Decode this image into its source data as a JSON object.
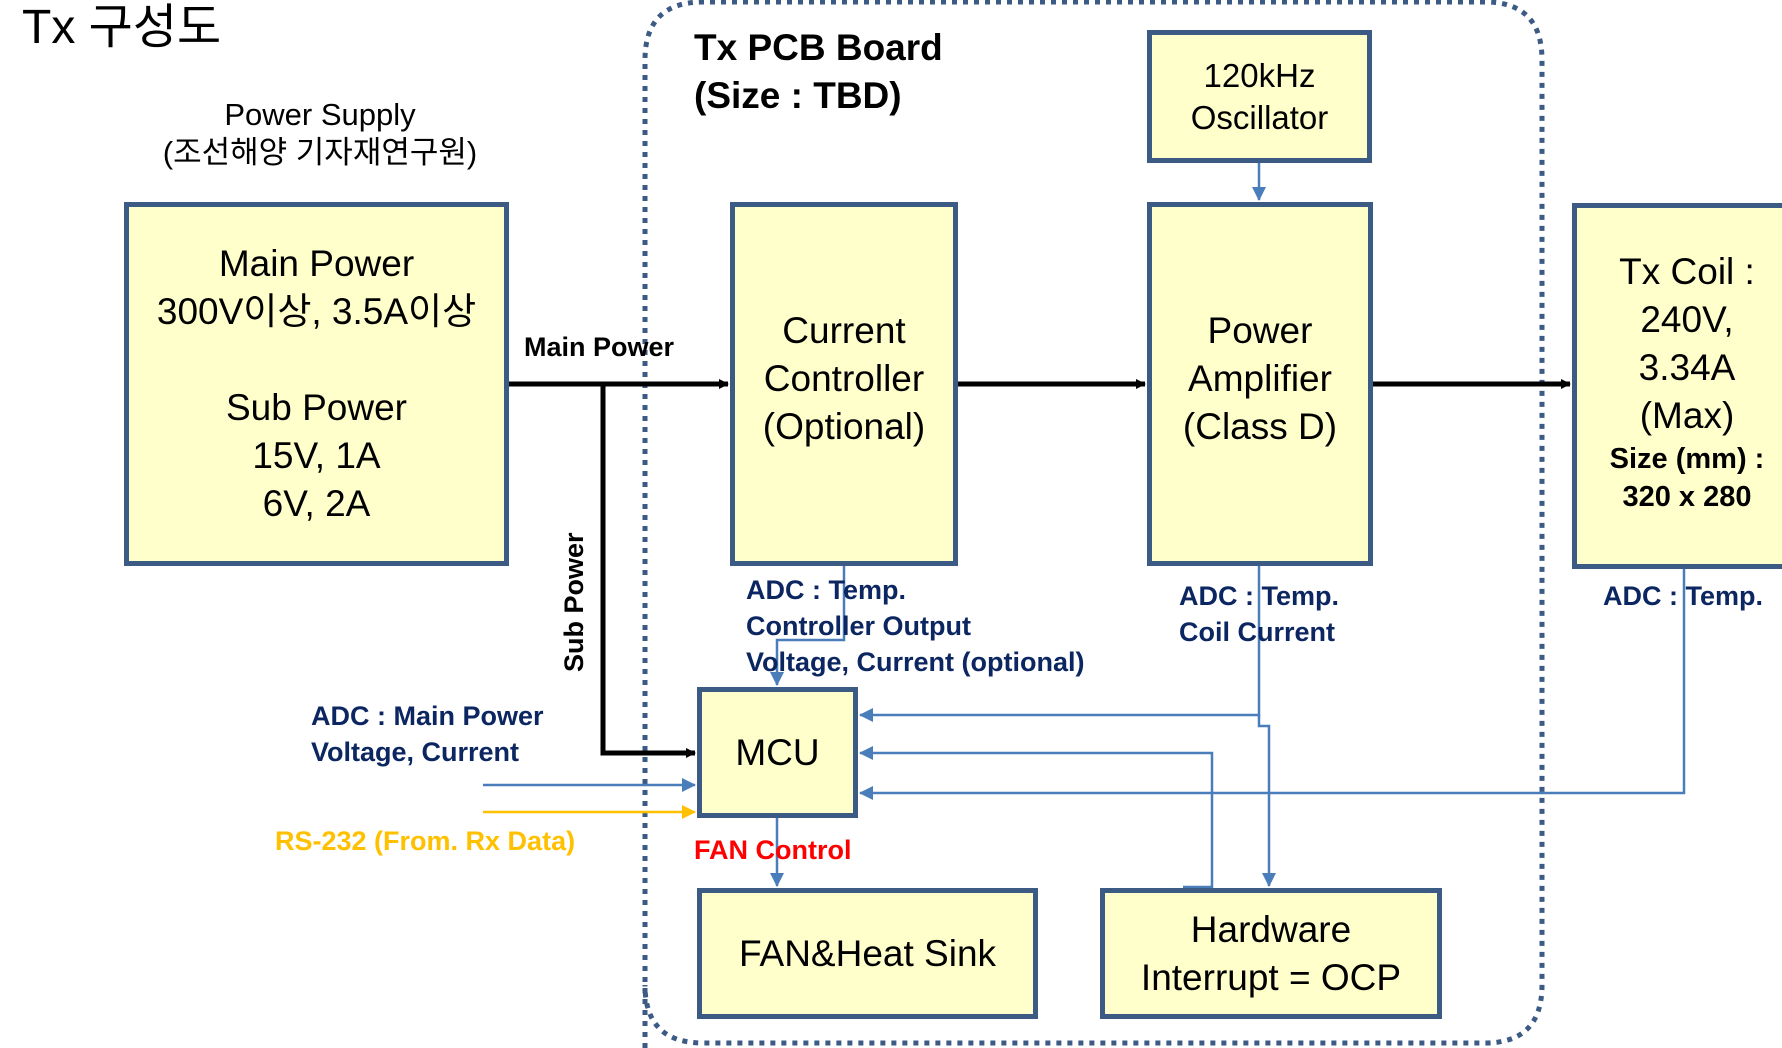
{
  "title": "Tx 구성도",
  "power_supply": {
    "caption_line1": "Power Supply",
    "caption_line2": "(조선해양 기자재연구원)",
    "main_title": "Main Power",
    "main_spec": "300V이상, 3.5A이상",
    "sub_title": "Sub Power",
    "sub_spec1": "15V, 1A",
    "sub_spec2": "6V, 2A"
  },
  "board": {
    "title_line1": "Tx PCB Board",
    "title_line2": "(Size : TBD)"
  },
  "current_controller": {
    "line1": "Current",
    "line2": "Controller",
    "line3": "(Optional)",
    "adc_line1": "ADC : Temp.",
    "adc_line2": "Controller Output",
    "adc_line3": "Voltage, Current (optional)"
  },
  "oscillator": {
    "line1": "120kHz",
    "line2": "Oscillator"
  },
  "power_amplifier": {
    "line1": "Power",
    "line2": "Amplifier",
    "line3": "(Class D)",
    "adc_line1": "ADC : Temp.",
    "adc_line2": "Coil Current"
  },
  "tx_coil": {
    "line1": "Tx Coil :",
    "line2": "240V,",
    "line3": "3.34A",
    "line4": "(Max)",
    "size_line1": "Size (mm) :",
    "size_line2": "320 x 280",
    "adc_line1": "ADC : Temp."
  },
  "mcu": {
    "label": "MCU"
  },
  "fan": {
    "label": "FAN&Heat Sink",
    "control_label": "FAN Control"
  },
  "hw_interrupt": {
    "line1": "Hardware",
    "line2": "Interrupt = OCP"
  },
  "connections": {
    "main_power_label": "Main Power",
    "sub_power_label": "Sub Power",
    "adc_main_line1": "ADC : Main Power",
    "adc_main_line2": "Voltage, Current",
    "rs232_label": "RS-232 (From. Rx Data)"
  },
  "colors": {
    "box_fill": "#FFFFCC",
    "box_border": "#3B5A84",
    "signal_line": "#4A7EBB",
    "power_line": "#000000",
    "adc_text": "#0B2660",
    "rs232": "#FFC000",
    "fan_control": "#FF0000",
    "board_outline": "#3B5A84"
  }
}
